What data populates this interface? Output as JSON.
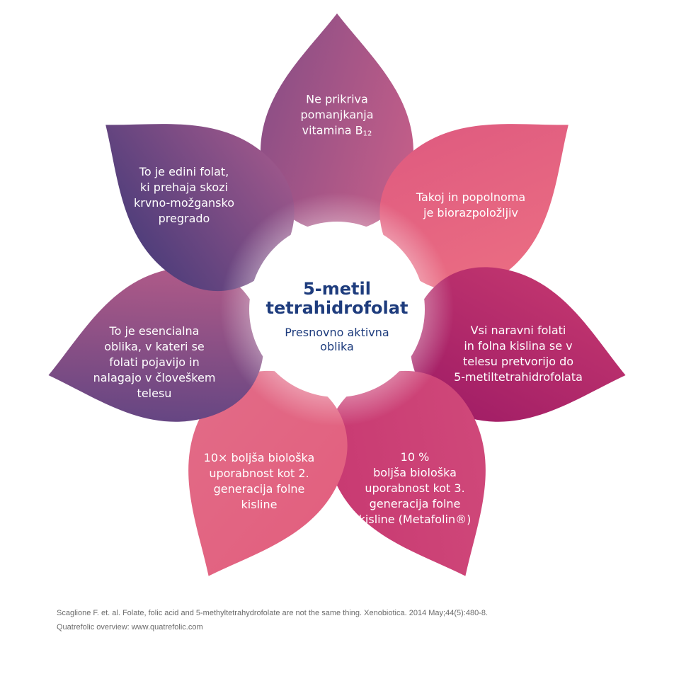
{
  "center": {
    "title_line1": "5-metil",
    "title_line2": "tetrahidrofolat",
    "subtitle_line1": "Presnovno aktivna",
    "subtitle_line2": "oblika"
  },
  "petals": [
    {
      "lines": [
        "Ne prikriva",
        "pomanjkanja",
        "vitamina B"
      ],
      "subscript": "12",
      "color_a": "#8a4e86",
      "color_b": "#c35e88"
    },
    {
      "lines": [
        "Takoj in popolnoma",
        "je biorazpoložljiv"
      ],
      "color_a": "#df5b80",
      "color_b": "#ea6c82"
    },
    {
      "lines": [
        "Vsi naravni folati",
        "in folna kislina se v",
        "telesu pretvorijo do",
        "5-metiltetrahidrofolata"
      ],
      "color_a": "#c2366f",
      "color_b": "#a21e66"
    },
    {
      "lines": [
        "10 %",
        "boljša biološka",
        "uporabnost kot 3.",
        "generacija folne",
        "kisline (Metafolin®)"
      ],
      "color_a": "#d0497a",
      "color_b": "#c83a72"
    },
    {
      "lines": [
        "10× boljša biološka",
        "uporabnost kot 2.",
        "generacija folne",
        "kisline"
      ],
      "color_a": "#e2607f",
      "color_b": "#e26a86"
    },
    {
      "lines": [
        "To je esencialna",
        "oblika, v kateri se",
        "folati pojavijo in",
        "nalagajo v človeškem",
        "telesu"
      ],
      "color_a": "#5e4482",
      "color_b": "#b05a88"
    },
    {
      "lines": [
        "To je edini folat,",
        "ki prehaja skozi",
        "krvno-možgansko",
        "pregrado"
      ],
      "color_a": "#4a3c7a",
      "color_b": "#9a568a"
    }
  ],
  "footer": {
    "reference": "Scaglione F. et. al. Folate, folic acid and 5-methyltetrahydrofolate are not the same thing. Xenobiotica. 2014 May;44(5):480-8.",
    "overview": "Quatrefolic overview: www.quatrefolic.com"
  }
}
